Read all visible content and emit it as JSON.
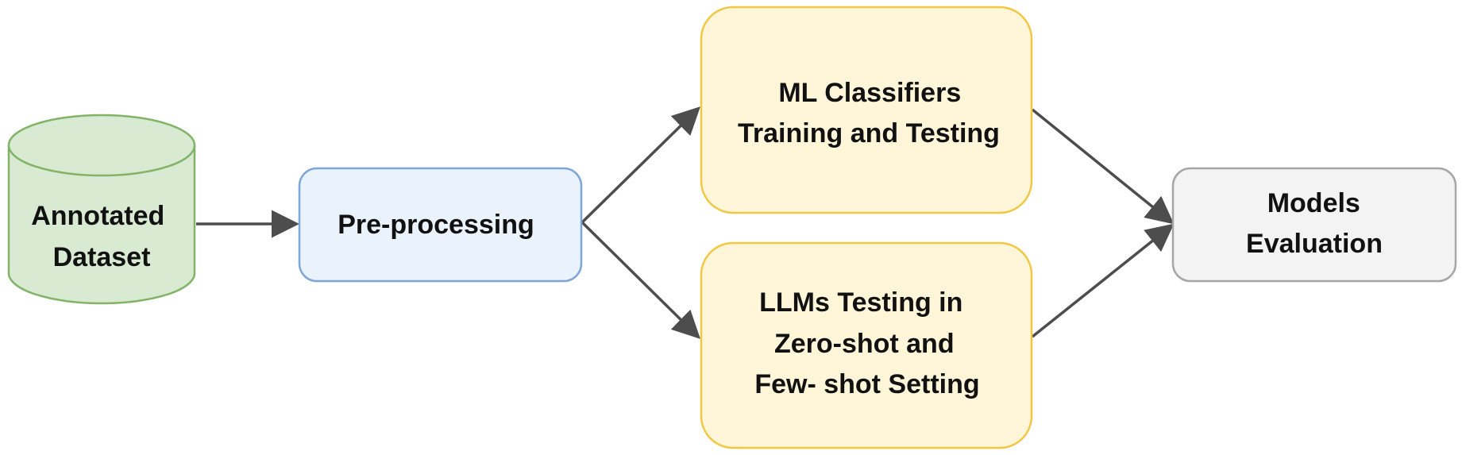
{
  "nodes": {
    "annotated_dataset": {
      "lines": [
        "Annotated",
        "Dataset"
      ]
    },
    "preprocessing": {
      "lines": [
        "Pre-processing"
      ]
    },
    "ml_classifiers": {
      "lines": [
        "ML Classifiers",
        "Training and Testing"
      ]
    },
    "llms_testing": {
      "lines": [
        "LLMs Testing in",
        "Zero-shot and",
        "Few- shot Setting"
      ]
    },
    "models_evaluation": {
      "lines": [
        "Models",
        "Evaluation"
      ]
    }
  },
  "colors": {
    "dataset_fill": "#d9ead3",
    "dataset_stroke": "#82b366",
    "preprocessing_fill": "#eaf2fb",
    "preprocessing_stroke": "#7ea6d8",
    "model_fill": "#fff6da",
    "model_stroke": "#f2c744",
    "evaluation_fill": "#f3f3f3",
    "evaluation_stroke": "#a6a6a6",
    "arrow": "#4d4d4d",
    "text": "#111111"
  }
}
